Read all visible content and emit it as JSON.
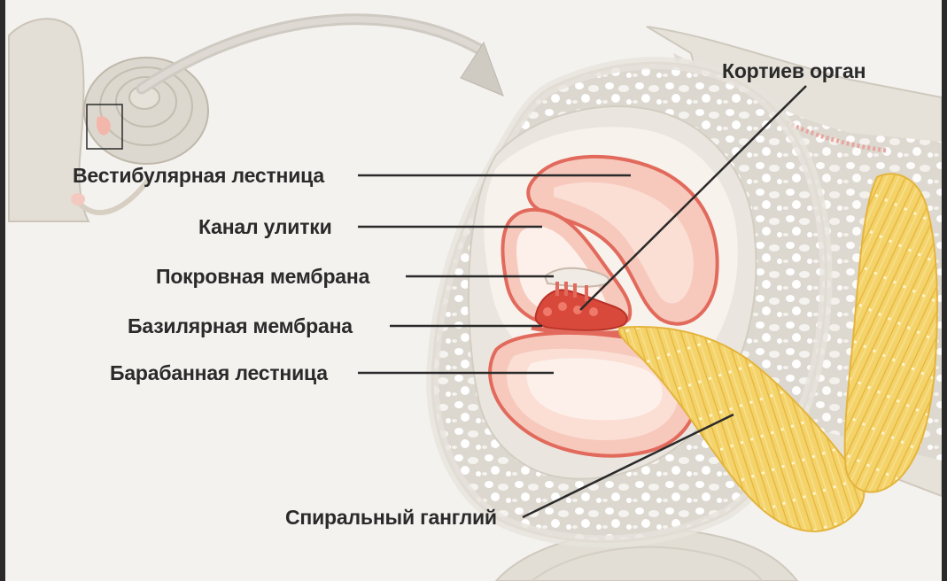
{
  "labels": {
    "organ_of_corti": "Кортиев орган",
    "scala_vestibuli": "Вестибулярная лестница",
    "cochlear_duct": "Канал улитки",
    "tectorial_membrane": "Покровная мембрана",
    "basilar_membrane": "Базилярная мембрана",
    "scala_tympani": "Барабанная лестница",
    "spiral_ganglion": "Спиральный ганглий"
  },
  "colors": {
    "background": "#f4f2ef",
    "bone": "#dcd8cf",
    "bone_edge": "#c9c3b8",
    "bone_holes": "#ffffff",
    "canal_fill": "#f6c9bc",
    "canal_edge": "#e26a5c",
    "inner_fluid": "#ffffff",
    "organ": "#d9493b",
    "nerve": "#f4d36a",
    "nerve_dark": "#e4b43c",
    "leader_line": "#2a2a2a",
    "text": "#2a2a2a"
  }
}
